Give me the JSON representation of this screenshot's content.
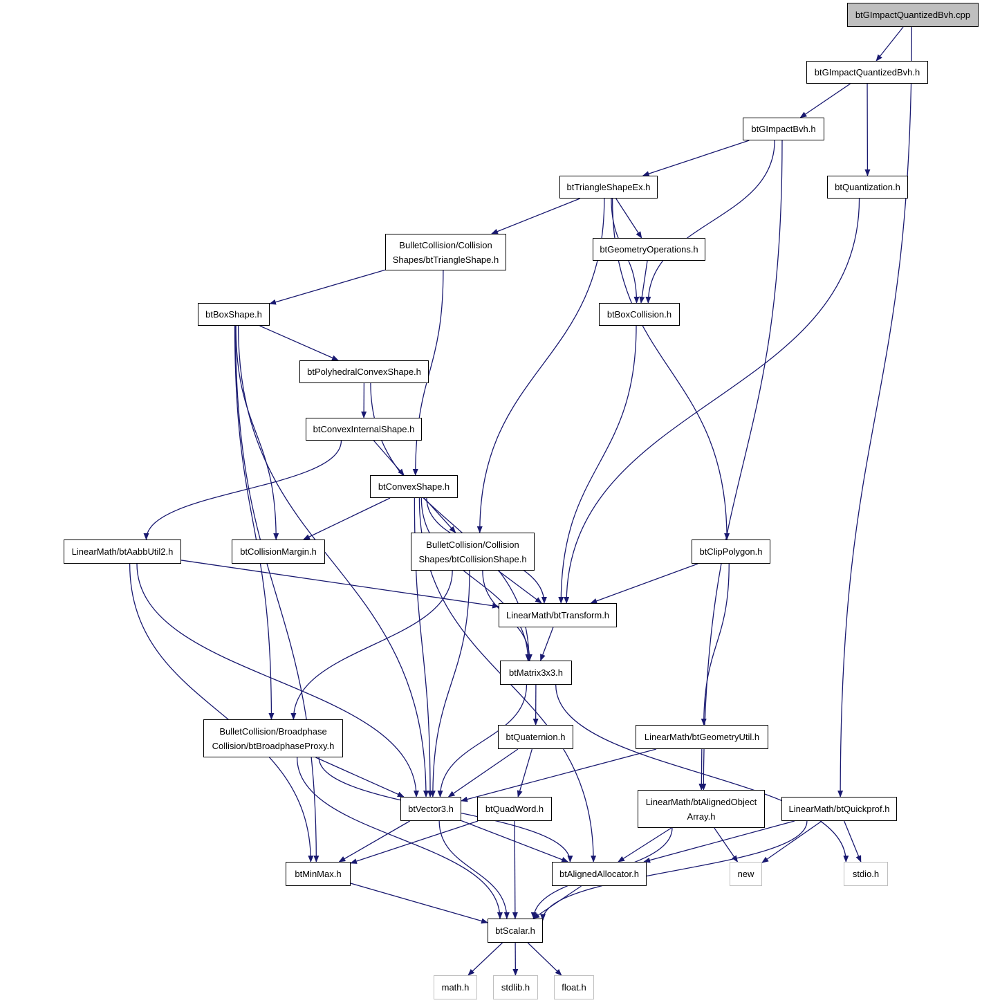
{
  "diagram": {
    "colors": {
      "edge": "#191970",
      "border": "#000000",
      "external_border": "#bfbfbf",
      "root_fill": "#bfbfbf"
    },
    "nodes": [
      {
        "id": "n0",
        "label": "btGImpactQuantizedBvh.cpp",
        "kind": "root"
      },
      {
        "id": "n1",
        "label": "btGImpactQuantizedBvh.h",
        "kind": "file"
      },
      {
        "id": "n2",
        "label": "btGImpactBvh.h",
        "kind": "file"
      },
      {
        "id": "n3",
        "label": "btQuantization.h",
        "kind": "file"
      },
      {
        "id": "n4",
        "label": "btTriangleShapeEx.h",
        "kind": "file"
      },
      {
        "id": "n5",
        "label": "BulletCollision/Collision\nShapes/btTriangleShape.h",
        "kind": "file"
      },
      {
        "id": "n6",
        "label": "btGeometryOperations.h",
        "kind": "file"
      },
      {
        "id": "n7",
        "label": "btBoxShape.h",
        "kind": "file"
      },
      {
        "id": "n8",
        "label": "btBoxCollision.h",
        "kind": "file"
      },
      {
        "id": "n9",
        "label": "btPolyhedralConvexShape.h",
        "kind": "file"
      },
      {
        "id": "n10",
        "label": "btConvexInternalShape.h",
        "kind": "file"
      },
      {
        "id": "n11",
        "label": "btConvexShape.h",
        "kind": "file"
      },
      {
        "id": "n12",
        "label": "LinearMath/btAabbUtil2.h",
        "kind": "file"
      },
      {
        "id": "n13",
        "label": "btCollisionMargin.h",
        "kind": "file"
      },
      {
        "id": "n14",
        "label": "BulletCollision/Collision\nShapes/btCollisionShape.h",
        "kind": "file"
      },
      {
        "id": "n15",
        "label": "btClipPolygon.h",
        "kind": "file"
      },
      {
        "id": "n16",
        "label": "LinearMath/btTransform.h",
        "kind": "file"
      },
      {
        "id": "n17",
        "label": "btMatrix3x3.h",
        "kind": "file"
      },
      {
        "id": "n18",
        "label": "BulletCollision/Broadphase\nCollision/btBroadphaseProxy.h",
        "kind": "file"
      },
      {
        "id": "n19",
        "label": "btQuaternion.h",
        "kind": "file"
      },
      {
        "id": "n20",
        "label": "LinearMath/btGeometryUtil.h",
        "kind": "file"
      },
      {
        "id": "n21",
        "label": "btVector3.h",
        "kind": "file"
      },
      {
        "id": "n22",
        "label": "btQuadWord.h",
        "kind": "file"
      },
      {
        "id": "n23",
        "label": "LinearMath/btAlignedObject\nArray.h",
        "kind": "file"
      },
      {
        "id": "n24",
        "label": "LinearMath/btQuickprof.h",
        "kind": "file"
      },
      {
        "id": "n25",
        "label": "btMinMax.h",
        "kind": "file"
      },
      {
        "id": "n26",
        "label": "btAlignedAllocator.h",
        "kind": "file"
      },
      {
        "id": "n27",
        "label": "new",
        "kind": "external"
      },
      {
        "id": "n28",
        "label": "stdio.h",
        "kind": "external"
      },
      {
        "id": "n29",
        "label": "btScalar.h",
        "kind": "file"
      },
      {
        "id": "n30",
        "label": "math.h",
        "kind": "external"
      },
      {
        "id": "n31",
        "label": "stdlib.h",
        "kind": "external"
      },
      {
        "id": "n32",
        "label": "float.h",
        "kind": "external"
      }
    ],
    "edges": [
      [
        "n0",
        "n1"
      ],
      [
        "n0",
        "n24"
      ],
      [
        "n1",
        "n2"
      ],
      [
        "n1",
        "n3"
      ],
      [
        "n2",
        "n4"
      ],
      [
        "n2",
        "n8"
      ],
      [
        "n2",
        "n23"
      ],
      [
        "n3",
        "n16"
      ],
      [
        "n4",
        "n5"
      ],
      [
        "n4",
        "n6"
      ],
      [
        "n4",
        "n8"
      ],
      [
        "n4",
        "n14"
      ],
      [
        "n4",
        "n15"
      ],
      [
        "n5",
        "n7"
      ],
      [
        "n5",
        "n11"
      ],
      [
        "n6",
        "n8"
      ],
      [
        "n7",
        "n9"
      ],
      [
        "n7",
        "n13"
      ],
      [
        "n7",
        "n18"
      ],
      [
        "n7",
        "n21"
      ],
      [
        "n7",
        "n25"
      ],
      [
        "n8",
        "n16"
      ],
      [
        "n9",
        "n10"
      ],
      [
        "n9",
        "n17"
      ],
      [
        "n10",
        "n11"
      ],
      [
        "n10",
        "n12"
      ],
      [
        "n11",
        "n13"
      ],
      [
        "n11",
        "n14"
      ],
      [
        "n11",
        "n16"
      ],
      [
        "n11",
        "n17"
      ],
      [
        "n11",
        "n21"
      ],
      [
        "n11",
        "n26"
      ],
      [
        "n12",
        "n16"
      ],
      [
        "n12",
        "n21"
      ],
      [
        "n12",
        "n25"
      ],
      [
        "n14",
        "n16"
      ],
      [
        "n14",
        "n17"
      ],
      [
        "n14",
        "n18"
      ],
      [
        "n14",
        "n21"
      ],
      [
        "n15",
        "n16"
      ],
      [
        "n15",
        "n20"
      ],
      [
        "n16",
        "n17"
      ],
      [
        "n17",
        "n19"
      ],
      [
        "n17",
        "n21"
      ],
      [
        "n17",
        "n28"
      ],
      [
        "n18",
        "n21"
      ],
      [
        "n18",
        "n26"
      ],
      [
        "n18",
        "n29"
      ],
      [
        "n19",
        "n21"
      ],
      [
        "n19",
        "n22"
      ],
      [
        "n20",
        "n21"
      ],
      [
        "n20",
        "n23"
      ],
      [
        "n21",
        "n25"
      ],
      [
        "n21",
        "n26"
      ],
      [
        "n21",
        "n29"
      ],
      [
        "n22",
        "n25"
      ],
      [
        "n22",
        "n29"
      ],
      [
        "n23",
        "n26"
      ],
      [
        "n23",
        "n27"
      ],
      [
        "n23",
        "n29"
      ],
      [
        "n24",
        "n26"
      ],
      [
        "n24",
        "n27"
      ],
      [
        "n24",
        "n28"
      ],
      [
        "n24",
        "n29"
      ],
      [
        "n25",
        "n29"
      ],
      [
        "n26",
        "n29"
      ],
      [
        "n29",
        "n30"
      ],
      [
        "n29",
        "n31"
      ],
      [
        "n29",
        "n32"
      ]
    ]
  }
}
